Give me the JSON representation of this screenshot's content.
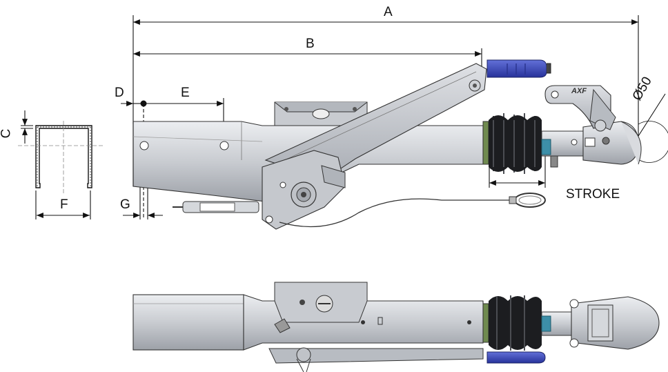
{
  "dimensions": {
    "a": "A",
    "b": "B",
    "c": "C",
    "d": "D",
    "e": "E",
    "f": "F",
    "g": "G",
    "stroke": "STROKE",
    "diameter": "Ø50"
  },
  "brand_mark": "AXF",
  "colors": {
    "line": "#1a1a1a",
    "body_light": "#d9dbdf",
    "body_mid": "#b9bdc3",
    "body_dark": "#8d9198",
    "bellows": "#1c1d20",
    "handle_blue": "#3b48b8",
    "accent_blue": "#3d8fa8"
  }
}
